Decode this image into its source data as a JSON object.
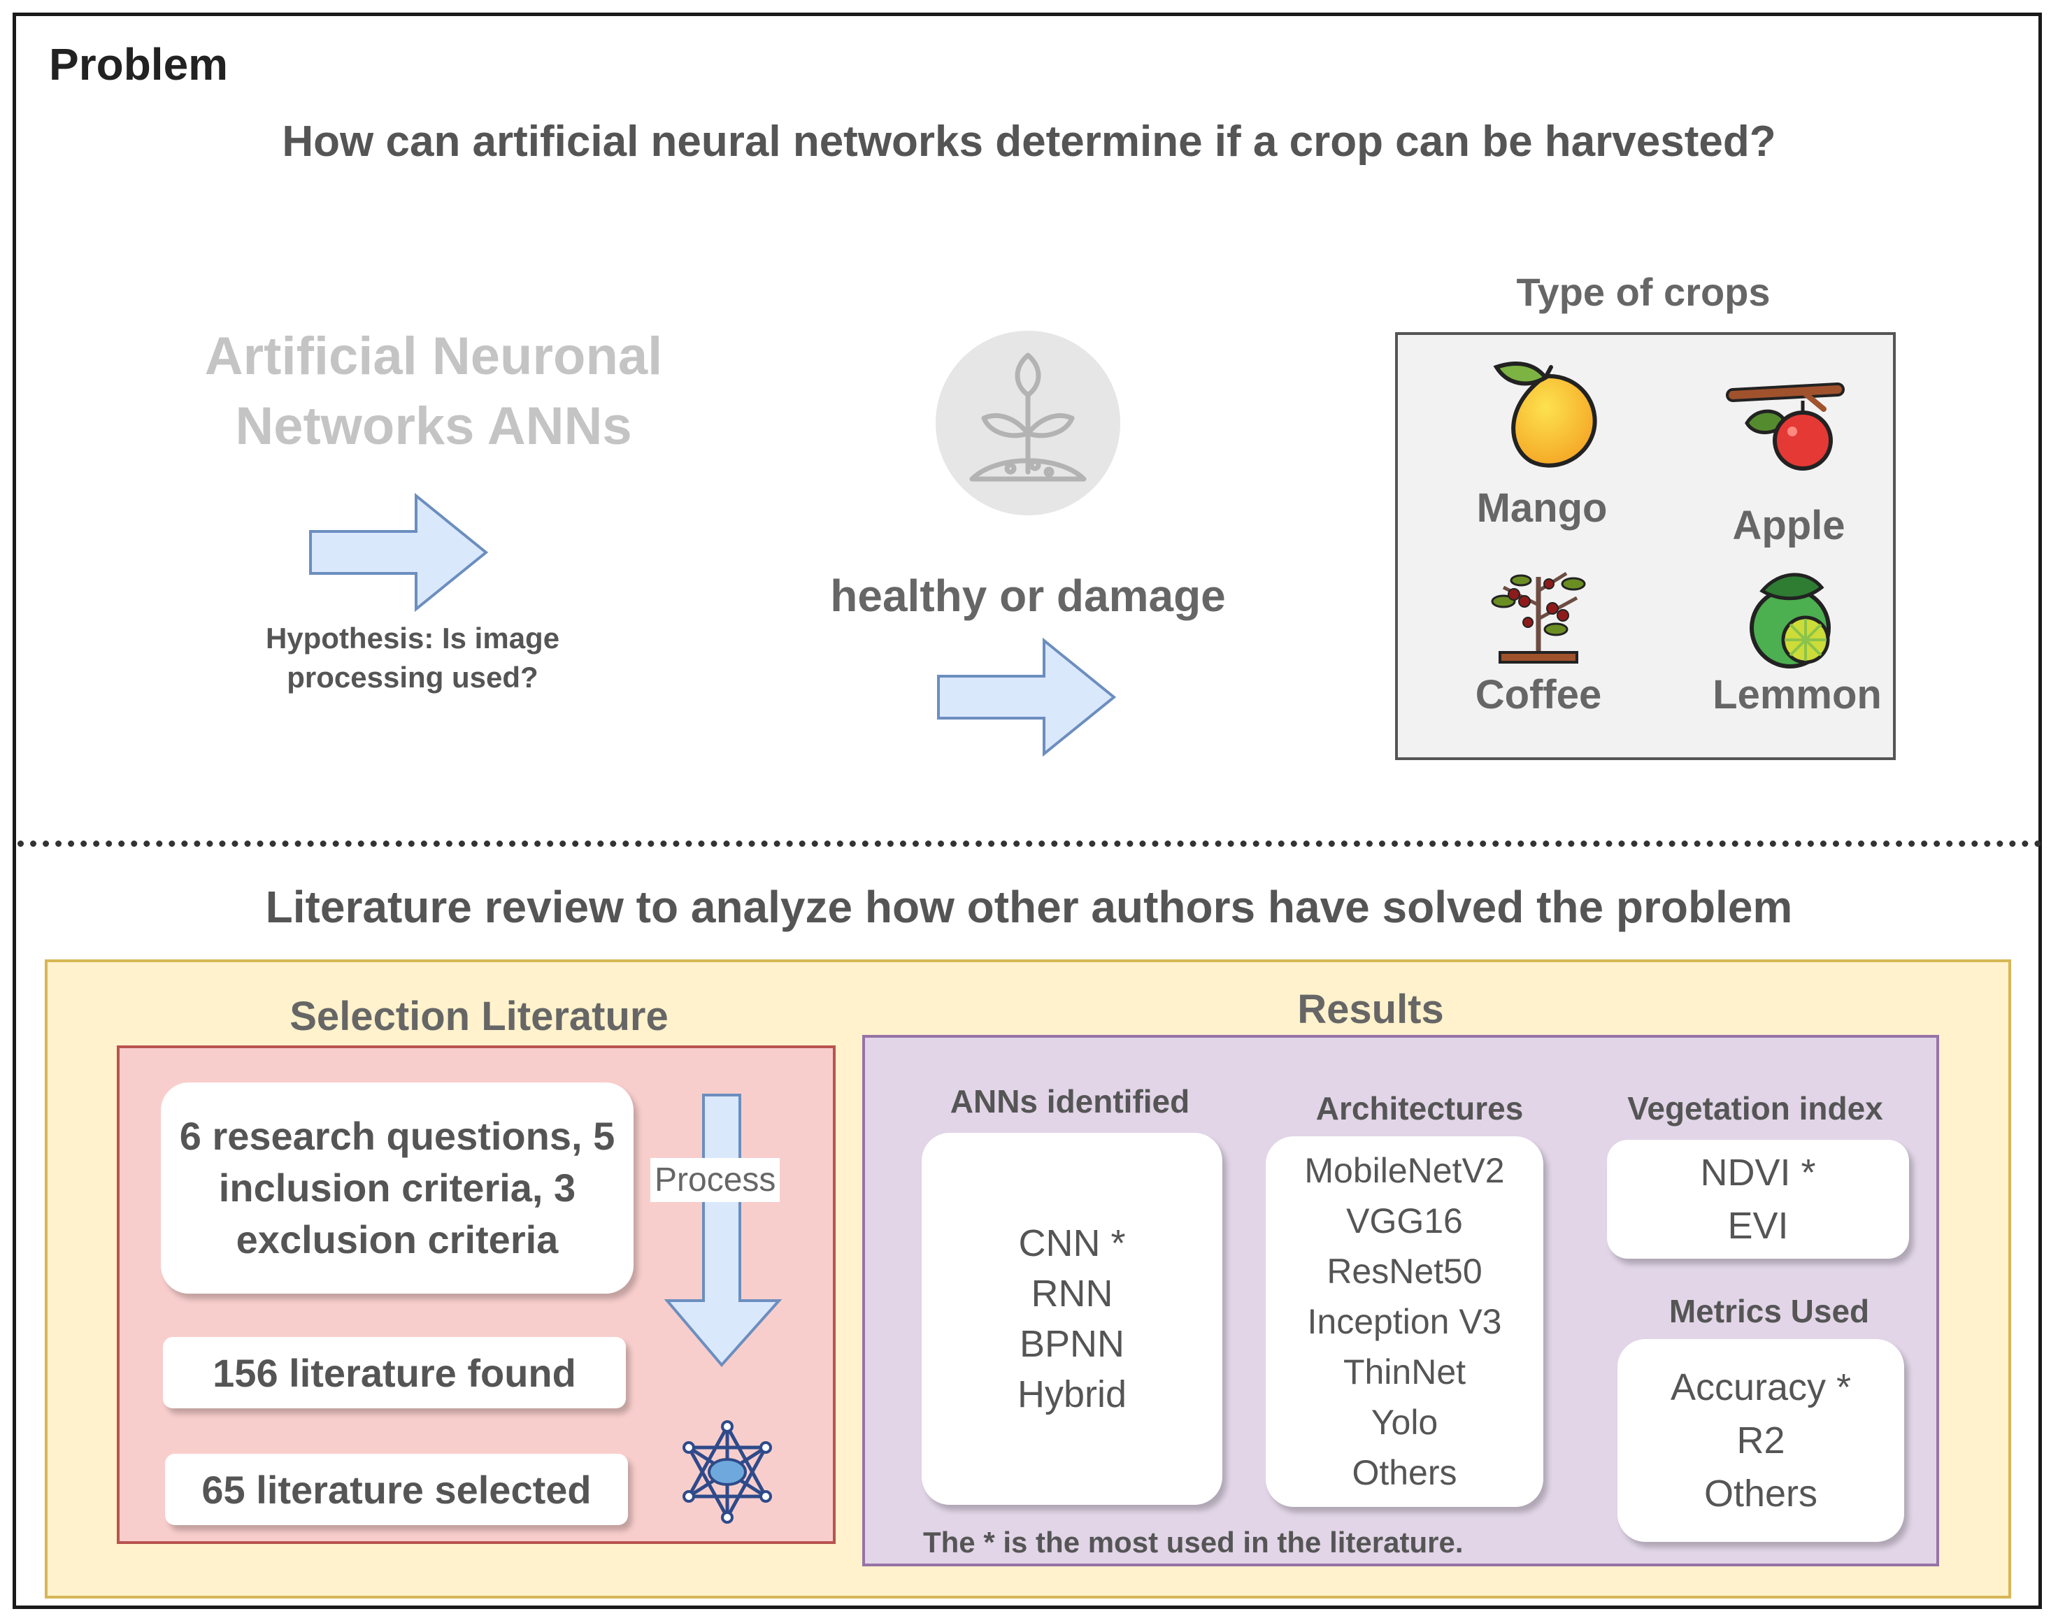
{
  "problem": {
    "label": "Problem",
    "question": "How can artificial neural networks determine if a crop can be harvested?",
    "ann_title": "Artificial Neuronal Networks ANNs",
    "hypothesis": "Hypothesis: Is image processing used?",
    "state": "healthy or damage",
    "crops": {
      "title": "Type of crops",
      "items": [
        {
          "label": "Mango",
          "icon": "mango-icon"
        },
        {
          "label": "Apple",
          "icon": "apple-icon"
        },
        {
          "label": "Coffee",
          "icon": "coffee-plant-icon"
        },
        {
          "label": "Lemmon",
          "icon": "lemon-icon"
        }
      ]
    },
    "icons": {
      "plant": "plant-sprout-icon",
      "arrow": "right-arrow-icon"
    }
  },
  "literature": {
    "title": "Literature review to analyze how other authors have solved the problem",
    "selection": {
      "title": "Selection Literature",
      "criteria": "6 research questions, 5 inclusion criteria, 3 exclusion criteria",
      "found": "156 literature found",
      "selected": "65 literature selected",
      "process_label": "Process",
      "icons": {
        "arrow": "down-arrow-icon",
        "network": "network-hub-icon"
      }
    },
    "results": {
      "title": "Results",
      "anns": {
        "title": "ANNs identified",
        "items": [
          "CNN *",
          "RNN",
          "BPNN",
          "Hybrid"
        ]
      },
      "architectures": {
        "title": "Architectures",
        "items": [
          "MobileNetV2",
          "VGG16",
          "ResNet50",
          "Inception V3",
          "ThinNet",
          "Yolo",
          "Others"
        ]
      },
      "vegetation": {
        "title": "Vegetation index",
        "items": [
          "NDVI *",
          "EVI"
        ]
      },
      "metrics": {
        "title": "Metrics Used",
        "items": [
          "Accuracy *",
          "R2",
          "Others"
        ]
      },
      "footnote": "The * is the most used in the literature."
    }
  },
  "colors": {
    "yellow_fill": "#fff2cc",
    "yellow_border": "#d6b656",
    "red_fill": "#f8cecc",
    "red_border": "#b85450",
    "purple_fill": "#e1d5e7",
    "purple_border": "#9673a6",
    "arrow_fill": "#dae8fc",
    "arrow_border": "#6c8ebf"
  }
}
